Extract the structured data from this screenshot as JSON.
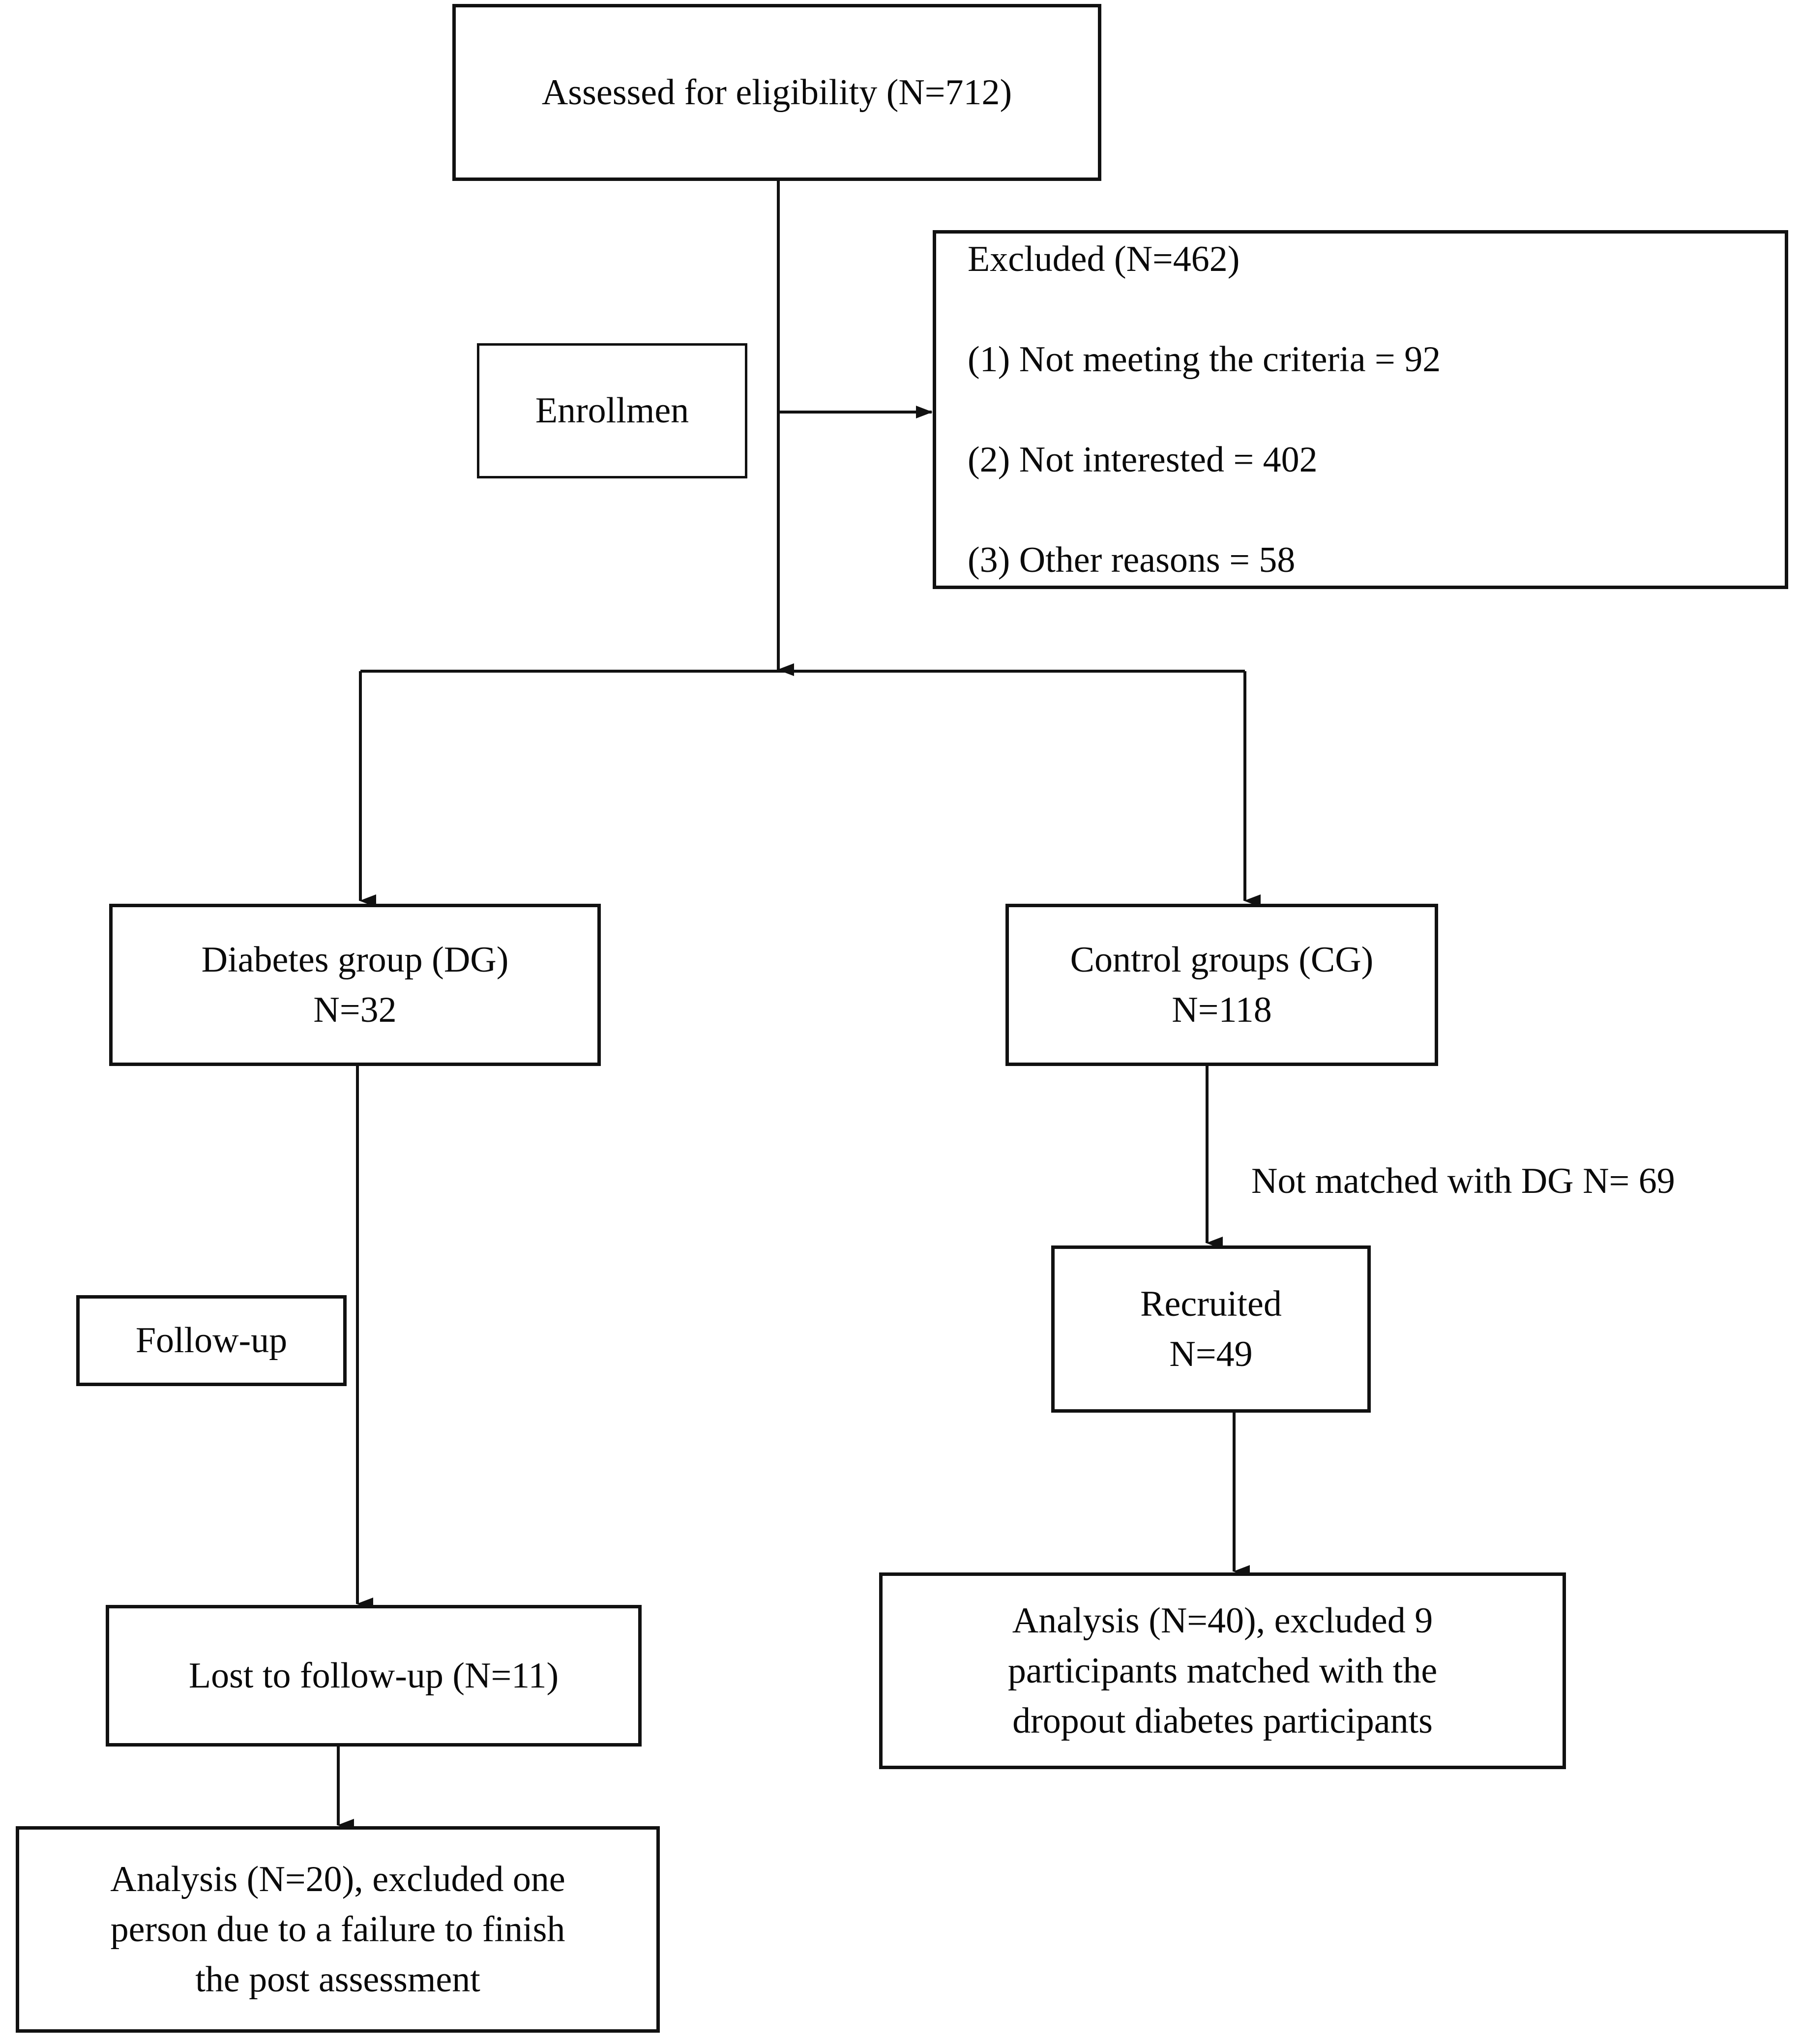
{
  "diagram": {
    "type": "flowchart",
    "title": "CONSORT participant flow diagram",
    "nodes": [
      {
        "id": "assessed",
        "name": "assessed-for-eligibility-box",
        "text": "Assessed for eligibility (N=712)"
      },
      {
        "id": "enrollment",
        "name": "enrollment-stage-box",
        "text": "Enrollmen"
      },
      {
        "id": "excluded",
        "name": "excluded-box",
        "text": "Excluded (N=462)\n\n(1) Not meeting the criteria = 92\n\n(2) Not interested = 402\n\n(3) Other reasons = 58"
      },
      {
        "id": "diabetes_group",
        "name": "diabetes-group-box",
        "text": "Diabetes group (DG)\nN=32"
      },
      {
        "id": "control_group",
        "name": "control-group-box",
        "text": "Control groups (CG)\nN=118"
      },
      {
        "id": "followup",
        "name": "follow-up-stage-box",
        "text": "Follow-up"
      },
      {
        "id": "recruited",
        "name": "recruited-box",
        "text": "Recruited\nN=49"
      },
      {
        "id": "lost",
        "name": "lost-to-follow-up-box",
        "text": "Lost to follow-up (N=11)"
      },
      {
        "id": "analysis_cg",
        "name": "analysis-control-group-box",
        "text": "Analysis (N=40), excluded 9\nparticipants matched with the\ndropout diabetes participants"
      },
      {
        "id": "analysis_dg",
        "name": "analysis-diabetes-group-box",
        "text": "Analysis (N=20), excluded one\nperson due to a failure to finish\nthe post assessment"
      }
    ],
    "edge_labels": [
      {
        "id": "not_matched",
        "name": "not-matched-edge-label",
        "text": "Not matched with DG N= 69"
      }
    ],
    "counts": {
      "assessed": 712,
      "excluded_total": 462,
      "excluded_not_meeting_criteria": 92,
      "excluded_not_interested": 402,
      "excluded_other_reasons": 58,
      "diabetes_group": 32,
      "control_group": 118,
      "not_matched_with_dg": 69,
      "recruited": 49,
      "lost_to_follow_up": 11,
      "analysis_dg": 20,
      "analysis_cg": 40
    },
    "colors": {
      "stroke": "#111111",
      "background": "#ffffff",
      "text": "#0a0a0a"
    }
  }
}
